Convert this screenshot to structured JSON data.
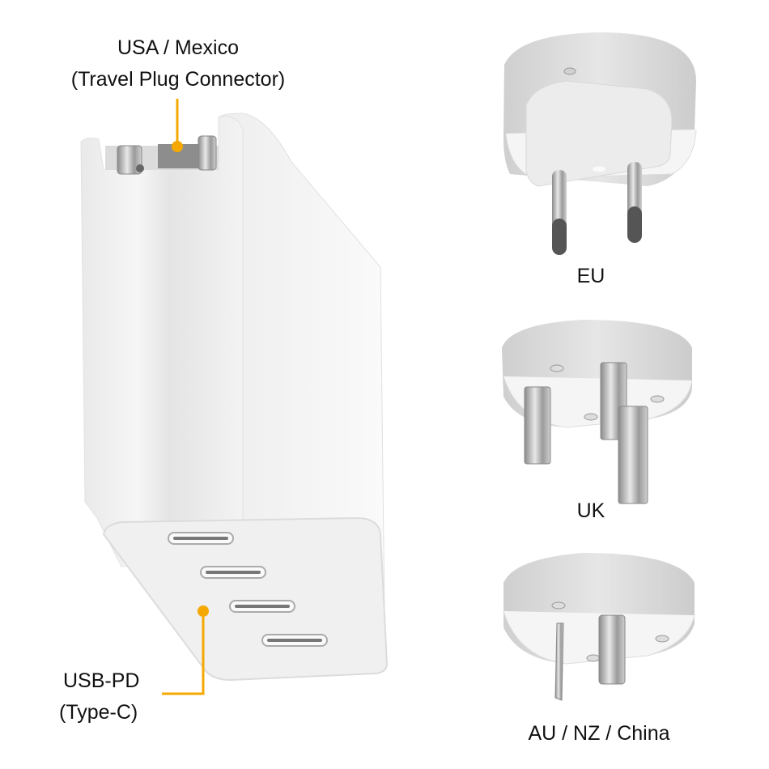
{
  "colors": {
    "accent": "#F5A800",
    "text": "#111111",
    "body_white": "#F2F2F2",
    "body_shade": "#D9D9D9",
    "metal": "#B8B8B8"
  },
  "main_charger": {
    "callout_top": {
      "line1": "USA / Mexico",
      "line2": "(Travel Plug Connector)"
    },
    "callout_bottom": {
      "line1": "USB-PD",
      "line2": "(Type-C)"
    },
    "usb_c_port_count": 4
  },
  "adapters": [
    {
      "label": "EU",
      "icon": "eu-plug-adapter"
    },
    {
      "label": "UK",
      "icon": "uk-plug-adapter"
    },
    {
      "label": "AU / NZ / China",
      "icon": "au-plug-adapter"
    }
  ]
}
